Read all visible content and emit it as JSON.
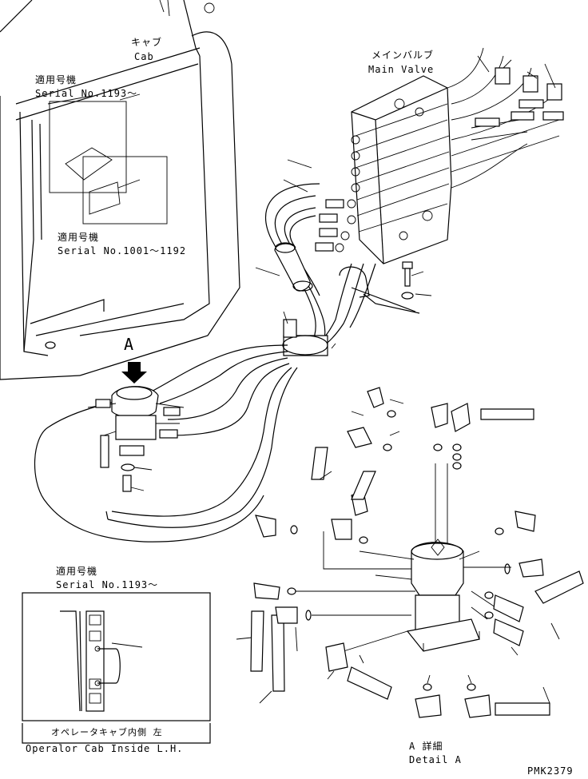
{
  "labels": {
    "cab_jp": "キャブ",
    "cab_en": "Cab",
    "serial_top_jp": "適用号機",
    "serial_top_en": "Serial No.1193～",
    "serial_mid_jp": "適用号機",
    "serial_mid_en": "Serial No.1001～1192",
    "main_valve_jp": "メインバルブ",
    "main_valve_en": "Main Valve",
    "view_letter": "A",
    "inset_serial_jp": "適用号機",
    "inset_serial_en": "Serial No.1193～",
    "inset_caption_jp": "オペレータキャブ内側 左",
    "inset_caption_en": "Operalor Cab Inside L.H.",
    "detail_jp": "A 詳細",
    "detail_en": "Detail A",
    "drawing_no": "PMK2379"
  }
}
